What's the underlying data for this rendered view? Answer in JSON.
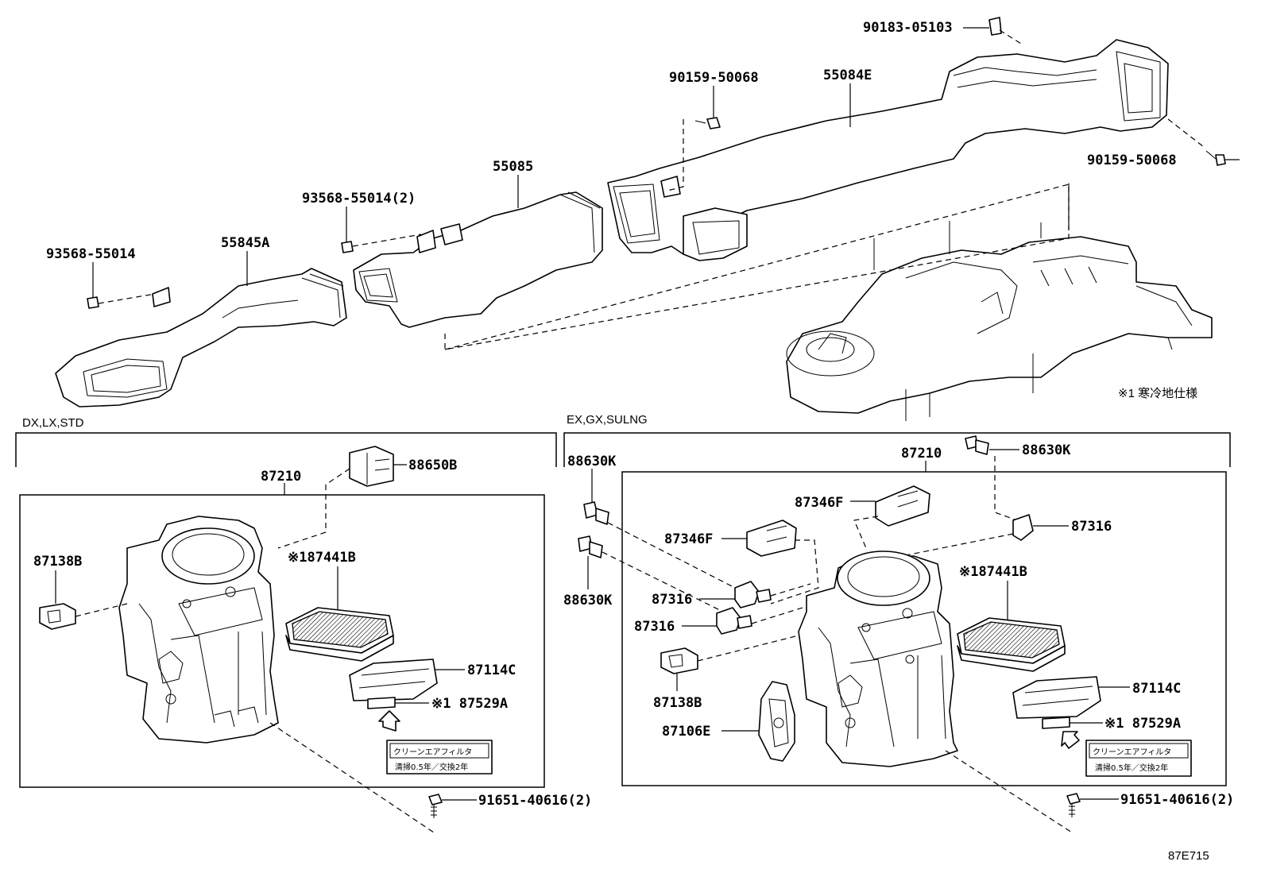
{
  "parts": {
    "p90183_05103": "90183-05103",
    "p90159_50068_top": "90159-50068",
    "p55084E": "55084E",
    "p90159_50068_right": "90159-50068",
    "p55085": "55085",
    "p93568_55014_2": "93568-55014(2)",
    "p93568_55014": "93568-55014",
    "p55845A": "55845A",
    "note_cold": "※1 寒冷地仕様"
  },
  "left_section": {
    "title": "DX,LX,STD",
    "p87210": "87210",
    "p88650B": "88650B",
    "p87138B": "87138B",
    "p87441B": "※187441B",
    "p87114C": "87114C",
    "p87529A": "※1 87529A",
    "filter_label_line1": "クリーンエアフィルタ",
    "filter_label_line2": "清掃0.5年／交換2年",
    "p91651_40616": "91651-40616(2)"
  },
  "right_section": {
    "title": "EX,GX,SULNG",
    "p87210": "87210",
    "p88630K_top": "88630K",
    "p88630K_left": "88630K",
    "p88630K_low": "88630K",
    "p87346F_a": "87346F",
    "p87346F_b": "87346F",
    "p87316_right": "87316",
    "p87316_a": "87316",
    "p87316_b": "87316",
    "p87441B": "※187441B",
    "p87114C": "87114C",
    "p87529A": "※1 87529A",
    "p87138B": "87138B",
    "p87106E": "87106E",
    "filter_label_line1": "クリーンエアフィルタ",
    "filter_label_line2": "清掃0.5年／交換2年",
    "p91651_40616": "91651-40616(2)"
  },
  "figure_code": "87E715"
}
